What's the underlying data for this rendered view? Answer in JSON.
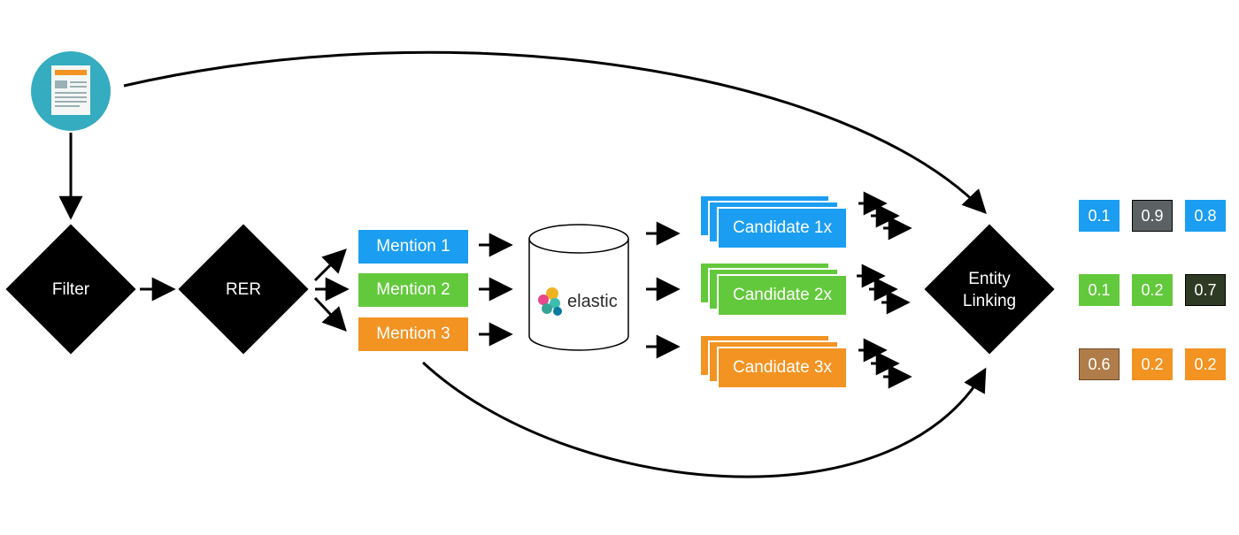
{
  "colors": {
    "blue": "#1b9ef1",
    "green": "#63c93c",
    "orange": "#f29322",
    "grey": "#5c6164",
    "dark_green": "#2e3a23",
    "brown": "#b07d4a",
    "teal": "#35acc0",
    "black": "#000000"
  },
  "nodes": {
    "filter": "Filter",
    "rer": "RER",
    "entity_linking": "Entity\nLinking",
    "database": "elastic"
  },
  "mentions": [
    {
      "label": "Mention 1",
      "color": "#1b9ef1"
    },
    {
      "label": "Mention 2",
      "color": "#63c93c"
    },
    {
      "label": "Mention 3",
      "color": "#f29322"
    }
  ],
  "candidates": [
    {
      "label": "Candidate 1x",
      "color": "#1b9ef1"
    },
    {
      "label": "Candidate 2x",
      "color": "#63c93c"
    },
    {
      "label": "Candidate 3x",
      "color": "#f29322"
    }
  ],
  "scores": [
    [
      {
        "value": "0.1",
        "color": "#1b9ef1"
      },
      {
        "value": "0.9",
        "color": "#5c6164"
      },
      {
        "value": "0.8",
        "color": "#1b9ef1"
      }
    ],
    [
      {
        "value": "0.1",
        "color": "#63c93c"
      },
      {
        "value": "0.2",
        "color": "#63c93c"
      },
      {
        "value": "0.7",
        "color": "#2e3a23"
      }
    ],
    [
      {
        "value": "0.6",
        "color": "#b07d4a"
      },
      {
        "value": "0.2",
        "color": "#f29322"
      },
      {
        "value": "0.2",
        "color": "#f29322"
      }
    ]
  ],
  "icons": {
    "document": "document-icon",
    "elastic_logo": "elastic-logo-icon"
  }
}
